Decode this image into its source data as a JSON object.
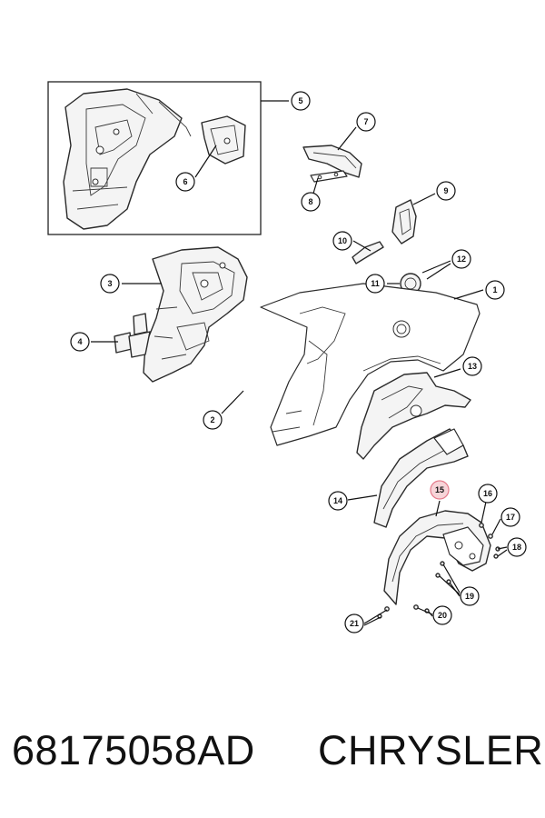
{
  "caption": {
    "part_number": "68175058AD",
    "brand": "CHRYSLER"
  },
  "callouts": [
    {
      "id": "1",
      "highlight": false
    },
    {
      "id": "2",
      "highlight": false
    },
    {
      "id": "3",
      "highlight": false
    },
    {
      "id": "4",
      "highlight": false
    },
    {
      "id": "5",
      "highlight": false
    },
    {
      "id": "6",
      "highlight": false
    },
    {
      "id": "7",
      "highlight": false
    },
    {
      "id": "8",
      "highlight": false
    },
    {
      "id": "9",
      "highlight": false
    },
    {
      "id": "10",
      "highlight": false
    },
    {
      "id": "11",
      "highlight": false
    },
    {
      "id": "12",
      "highlight": false
    },
    {
      "id": "13",
      "highlight": false
    },
    {
      "id": "14",
      "highlight": false
    },
    {
      "id": "15",
      "highlight": true
    },
    {
      "id": "16",
      "highlight": false
    },
    {
      "id": "17",
      "highlight": false
    },
    {
      "id": "18",
      "highlight": false
    },
    {
      "id": "19",
      "highlight": false
    },
    {
      "id": "20",
      "highlight": false
    },
    {
      "id": "21",
      "highlight": false
    }
  ],
  "colors": {
    "highlight_fill": "#f7d4d8",
    "highlight_stroke": "#e57a8a",
    "line": "#111111"
  }
}
